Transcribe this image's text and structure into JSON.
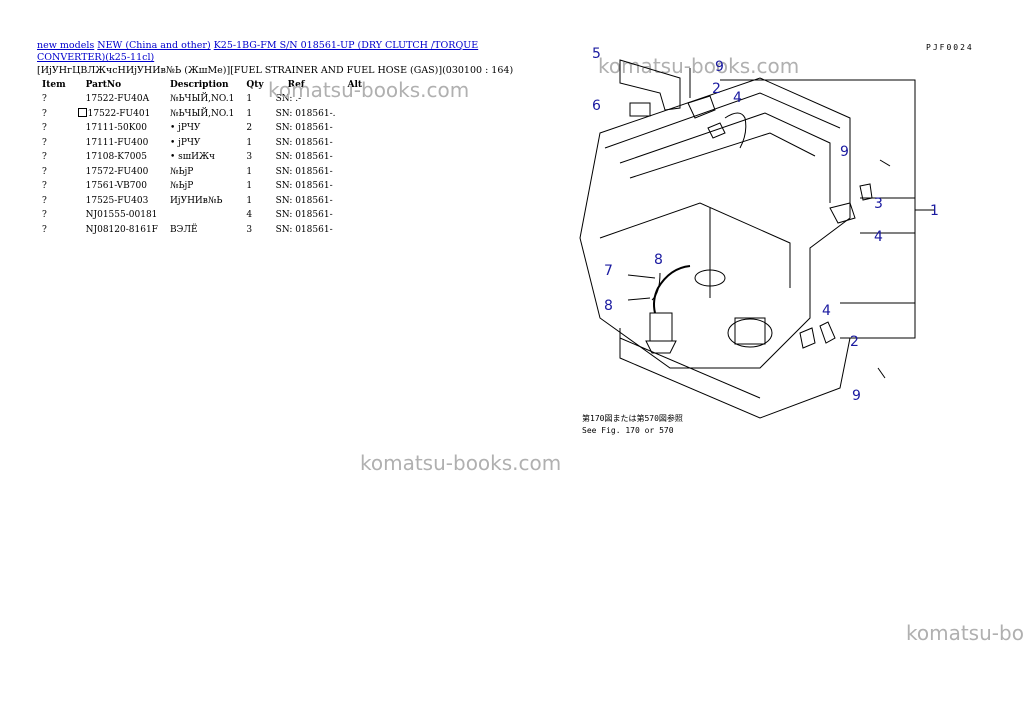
{
  "breadcrumb": {
    "link1": "new models",
    "link2": "NEW (China and other)",
    "link3a": "K25-1BG-FM S/N 018561-UP (DRY CLUTCH /TORQUE",
    "link3b": "CONVERTER)(k25-11cl)"
  },
  "subtitle": "[ИјУНгЦВЛЖчсНИјУНИв№Ь (ЖшМе)][FUEL STRAINER AND FUEL HOSE (GAS)](030100 : 164)",
  "table": {
    "headers": [
      "Item",
      "PartNo",
      "Description",
      "Qty",
      "Ref",
      "Alt"
    ],
    "rows": [
      {
        "item": "?",
        "partno": "17522-FU40A",
        "desc": "№ЬЧЫЙ,NO.1",
        "qty": "1",
        "ref": "SN: .-",
        "checkbox": false
      },
      {
        "item": "?",
        "partno": "17522-FU401",
        "desc": "№ЬЧЫЙ,NO.1",
        "qty": "1",
        "ref": "SN: 018561-.",
        "checkbox": true
      },
      {
        "item": "?",
        "partno": "17111-50K00",
        "desc": "• јРЧУ",
        "qty": "2",
        "ref": "SN: 018561-",
        "checkbox": false
      },
      {
        "item": "?",
        "partno": "17111-FU400",
        "desc": "• јРЧУ",
        "qty": "1",
        "ref": "SN: 018561-",
        "checkbox": false
      },
      {
        "item": "?",
        "partno": "17108-K7005",
        "desc": "• ѕшИЖч",
        "qty": "3",
        "ref": "SN: 018561-",
        "checkbox": false
      },
      {
        "item": "?",
        "partno": "17572-FU400",
        "desc": "№ЬјР",
        "qty": "1",
        "ref": "SN: 018561-",
        "checkbox": false
      },
      {
        "item": "?",
        "partno": "17561-VB700",
        "desc": "№ЬјР",
        "qty": "1",
        "ref": "SN: 018561-",
        "checkbox": false
      },
      {
        "item": "?",
        "partno": "17525-FU403",
        "desc": "ИјУНИв№Ь",
        "qty": "1",
        "ref": "SN: 018561-",
        "checkbox": false
      },
      {
        "item": "?",
        "partno": "NJ01555-00181",
        "desc": "",
        "qty": "4",
        "ref": "SN: 018561-",
        "checkbox": false
      },
      {
        "item": "?",
        "partno": "NJ08120-8161F",
        "desc": "ВЭЛЁ",
        "qty": "3",
        "ref": "SN: 018561-",
        "checkbox": false
      }
    ]
  },
  "watermark": "komatsu-books.com",
  "diagram": {
    "code": "PJF0024",
    "callouts": [
      "1",
      "2",
      "2",
      "3",
      "4",
      "4",
      "4",
      "5",
      "6",
      "7",
      "8",
      "8",
      "9",
      "9",
      "9"
    ],
    "note_jp": "第170図または第570図参照",
    "note_en": "See Fig. 170 or 570",
    "accent_color": "#1a1aa0"
  }
}
